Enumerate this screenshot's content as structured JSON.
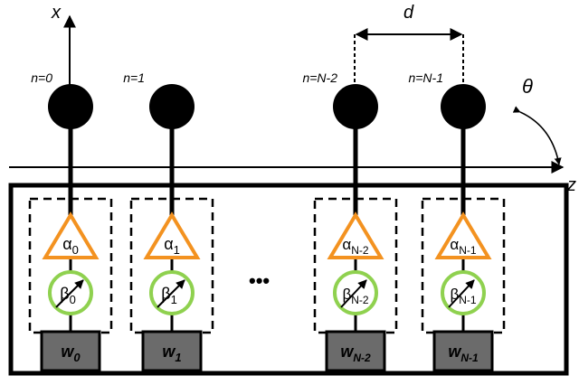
{
  "axes": {
    "x_label": "x",
    "z_label": "z",
    "theta_label": "θ",
    "spacing_label": "d"
  },
  "ellipsis": "•••",
  "colors": {
    "triangle": "#f39220",
    "circle": "#8fd14f",
    "weight_fill": "#6b6b6b",
    "line": "#000000"
  },
  "elements": [
    {
      "index_label": "n=0",
      "alpha_base": "α",
      "alpha_sub": "0",
      "beta_base": "β",
      "beta_sub": "0",
      "weight_base": "w",
      "weight_sub": "0"
    },
    {
      "index_label": "n=1",
      "alpha_base": "α",
      "alpha_sub": "1",
      "beta_base": "β",
      "beta_sub": "1",
      "weight_base": "w",
      "weight_sub": "1"
    },
    {
      "index_label": "n=N-2",
      "alpha_base": "α",
      "alpha_sub": "N-2",
      "beta_base": "β",
      "beta_sub": "N-2",
      "weight_base": "w",
      "weight_sub": "N-2"
    },
    {
      "index_label": "n=N-1",
      "alpha_base": "α",
      "alpha_sub": "N-1",
      "beta_base": "β",
      "beta_sub": "N-1",
      "weight_base": "w",
      "weight_sub": "N-1"
    }
  ]
}
